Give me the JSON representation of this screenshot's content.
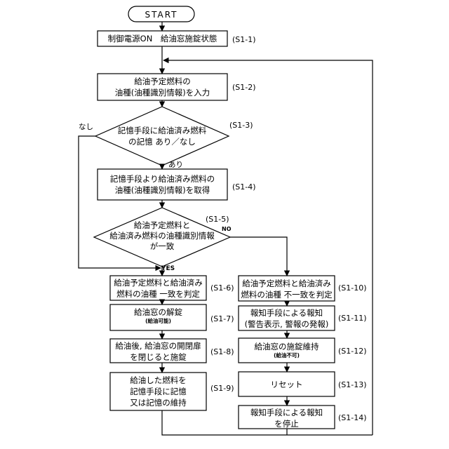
{
  "start_label": "START",
  "nodes": {
    "s1_1": {
      "lines": [
        "制御電源ON　給油窓施錠状態"
      ],
      "step": "(S1-1)"
    },
    "s1_2": {
      "lines": [
        "給油予定燃料の",
        "油種(油種識別情報)を入力"
      ],
      "step": "(S1-2)"
    },
    "s1_3": {
      "lines": [
        "記憶手段に給油済み燃料",
        "の記憶 あり／なし"
      ],
      "step": "(S1-3)"
    },
    "s1_4": {
      "lines": [
        "記憶手段より給油済み燃料の",
        "油種(油種識別情報)を取得"
      ],
      "step": "(S1-4)"
    },
    "s1_5": {
      "lines": [
        "給油予定燃料と",
        "給油済み燃料の油種識別情報",
        "が一致"
      ],
      "step": "(S1-5)"
    },
    "s1_6": {
      "lines": [
        "給油予定燃料と給油済み",
        "燃料の油種 一致を判定"
      ],
      "step": "(S1-6)"
    },
    "s1_7": {
      "lines": [
        "給油窓の解錠"
      ],
      "small": "(給油可能)",
      "step": "(S1-7)"
    },
    "s1_8": {
      "lines": [
        "給油後, 給油窓の開閉扉",
        "を閉じると施錠"
      ],
      "step": "(S1-8)"
    },
    "s1_9": {
      "lines": [
        "給油した燃料を",
        "記憶手段に記憶",
        "又は記憶の維持"
      ],
      "step": "(S1-9)"
    },
    "s1_10": {
      "lines": [
        "給油予定燃料と給油済み",
        "燃料の油種 不一致を判定"
      ],
      "step": "(S1-10)"
    },
    "s1_11": {
      "lines": [
        "報知手段による報知",
        "(警告表示, 警報の発報)"
      ],
      "step": "(S1-11)"
    },
    "s1_12": {
      "lines": [
        "給油窓の施錠維持"
      ],
      "small": "(給油不可)",
      "step": "(S1-12)"
    },
    "s1_13": {
      "lines": [
        "リセット"
      ],
      "step": "(S1-13)"
    },
    "s1_14": {
      "lines": [
        "報知手段による報知",
        "を停止"
      ],
      "step": "(S1-14)"
    }
  },
  "branch_labels": {
    "none": "なし",
    "exists": "あり",
    "no": "NO",
    "yes": "YES"
  }
}
